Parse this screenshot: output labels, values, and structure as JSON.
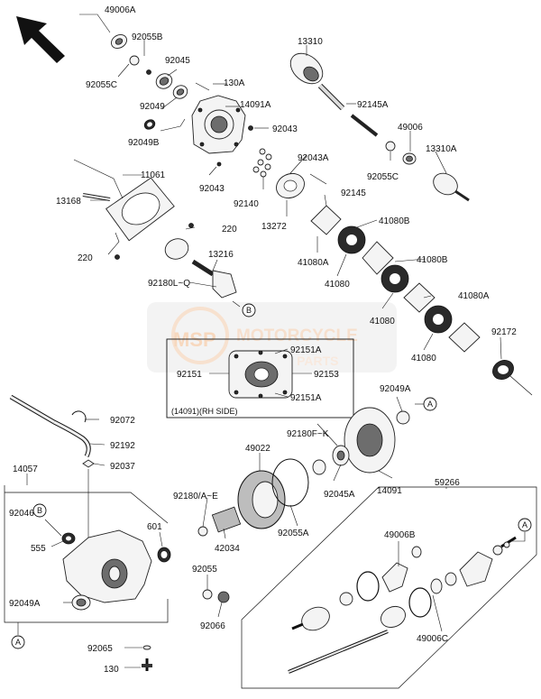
{
  "labels": {
    "p49006A": "49006A",
    "p92055B": "92055B",
    "p92055C_top": "92055C",
    "p92045": "92045",
    "p130A": "130A",
    "p92049": "92049",
    "p14091A": "14091A",
    "p92043_a": "92043",
    "p92049B": "92049B",
    "p92043_b": "92043",
    "p11061": "11061",
    "p13168": "13168",
    "p220_a": "220",
    "p220_b": "220",
    "p13310": "13310",
    "p92145A": "92145A",
    "p49006": "49006",
    "p92055C_right": "92055C",
    "p13310A": "13310A",
    "p92043A": "92043A",
    "p92145": "92145",
    "p92140": "92140",
    "p13272": "13272",
    "p41080B_1": "41080B",
    "p41080A_1": "41080A",
    "p41080_1": "41080",
    "p41080B_2": "41080B",
    "p41080_2": "41080",
    "p41080A_2": "41080A",
    "p41080_3": "41080",
    "p92172": "92172",
    "p13216": "13216",
    "p92180LQ": "92180L~Q",
    "p92151A_top": "92151A",
    "p92151": "92151",
    "p92153": "92153",
    "p92151A_bot": "92151A",
    "inset_caption": "(14091)(RH SIDE)",
    "p92049A_top": "92049A",
    "p92072": "92072",
    "p92192": "92192",
    "p92037": "92037",
    "p14057": "14057",
    "p49022": "49022",
    "p92180FK": "92180F~K",
    "p92045A": "92045A",
    "p14091": "14091",
    "p59266": "59266",
    "p92180AE": "92180/A~E",
    "p92046": "92046",
    "p555": "555",
    "p601": "601",
    "p42034": "42034",
    "p92055A": "92055A",
    "p49006B": "49006B",
    "p92055": "92055",
    "p92049A_bot": "92049A",
    "p92066": "92066",
    "p49006C": "49006C",
    "p92065": "92065",
    "p130": "130"
  },
  "refs": {
    "ref_B_top": "B",
    "ref_A_right": "A",
    "ref_B_left": "B",
    "ref_A_left": "A",
    "ref_A_box": "A"
  },
  "watermark": {
    "logo": "MSP",
    "line1": "MOTORCYCLE",
    "line2": "SPARE PARTS"
  }
}
